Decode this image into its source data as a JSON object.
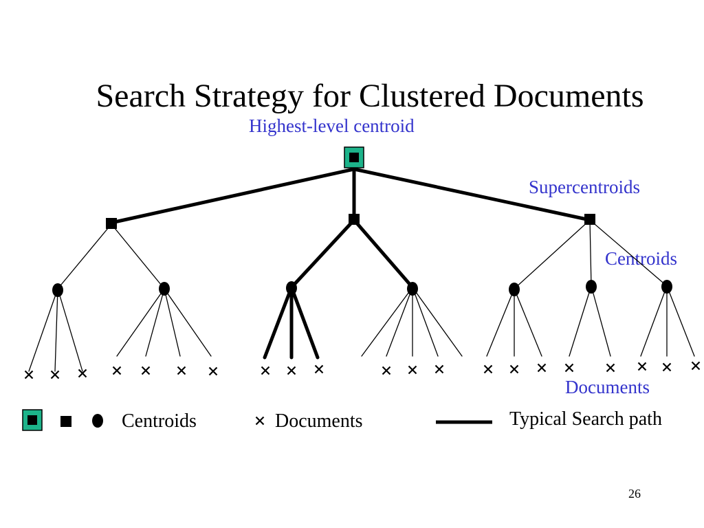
{
  "slide": {
    "title": "Search Strategy for Clustered Documents",
    "page_number": "26"
  },
  "labels": {
    "highest_level": "Highest-level centroid",
    "supercentroids": "Supercentroids",
    "centroids": "Centroids",
    "documents": "Documents"
  },
  "legend": {
    "centroids": "Centroids",
    "documents": "Documents",
    "search_path": "Typical Search path"
  },
  "colors": {
    "text_accent": "#3333cc",
    "root_fill": "#1db38a",
    "node": "#000000"
  }
}
